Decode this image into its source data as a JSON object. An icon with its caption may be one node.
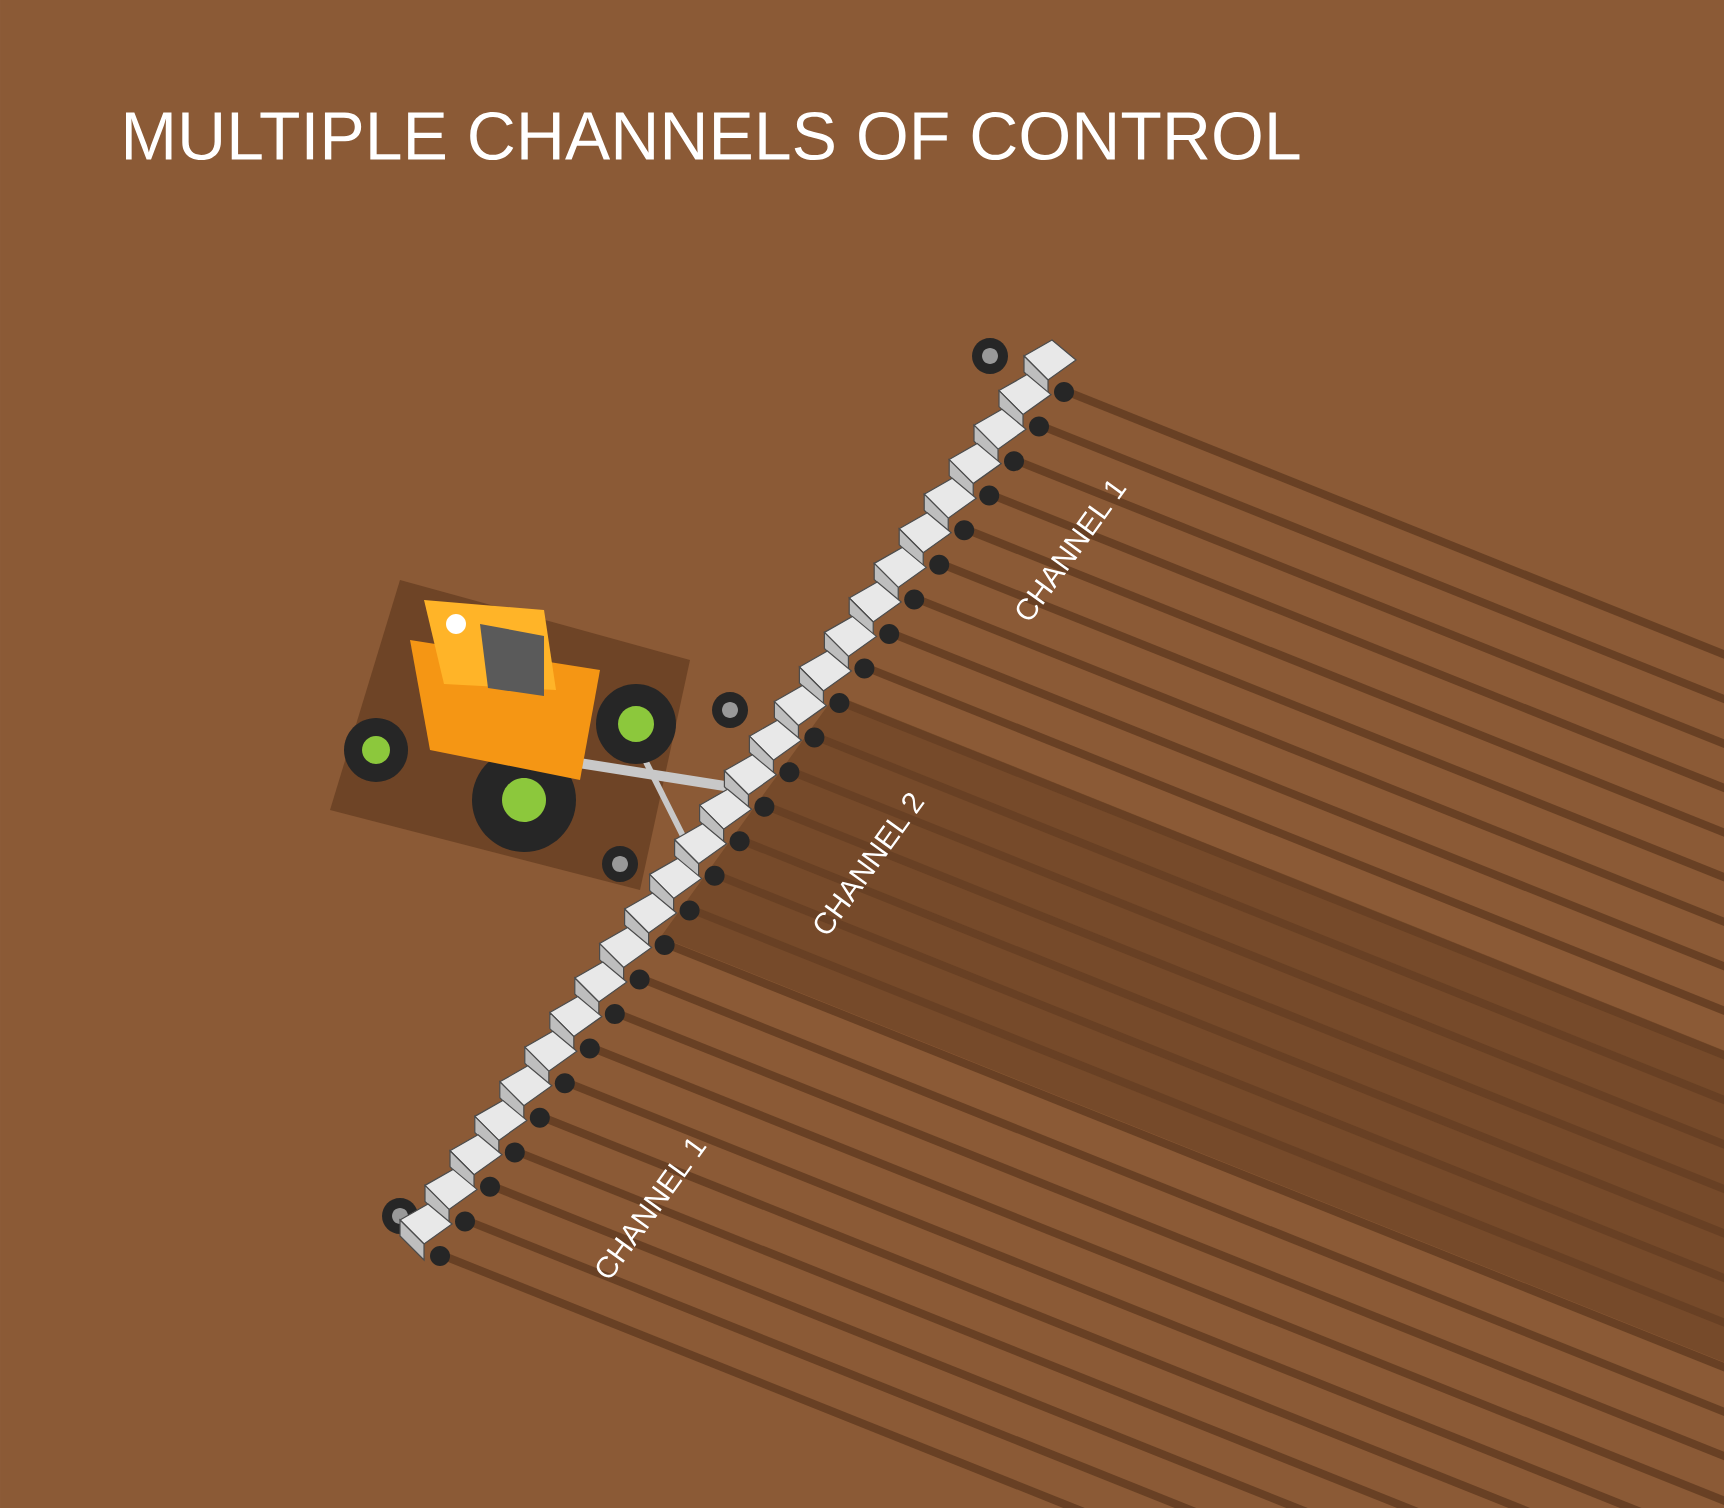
{
  "diagram": {
    "title": "MULTIPLE CHANNELS OF CONTROL",
    "labels": [
      "CHANNEL 1",
      "CHANNEL 2",
      "CHANNEL 1"
    ]
  }
}
